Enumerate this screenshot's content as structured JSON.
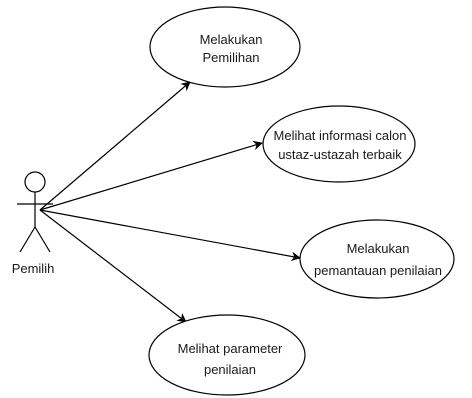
{
  "actor": {
    "name": "Pemilih"
  },
  "use_cases": [
    {
      "id": "uc1",
      "lines": [
        "Melakukan",
        "Pemilihan"
      ]
    },
    {
      "id": "uc2",
      "lines": [
        "Melihat informasi calon",
        "ustaz-ustazah terbaik"
      ]
    },
    {
      "id": "uc3",
      "lines": [
        "Melakukan",
        "pemantauan penilaian"
      ]
    },
    {
      "id": "uc4",
      "lines": [
        "Melihat parameter",
        "penilaian"
      ]
    }
  ]
}
